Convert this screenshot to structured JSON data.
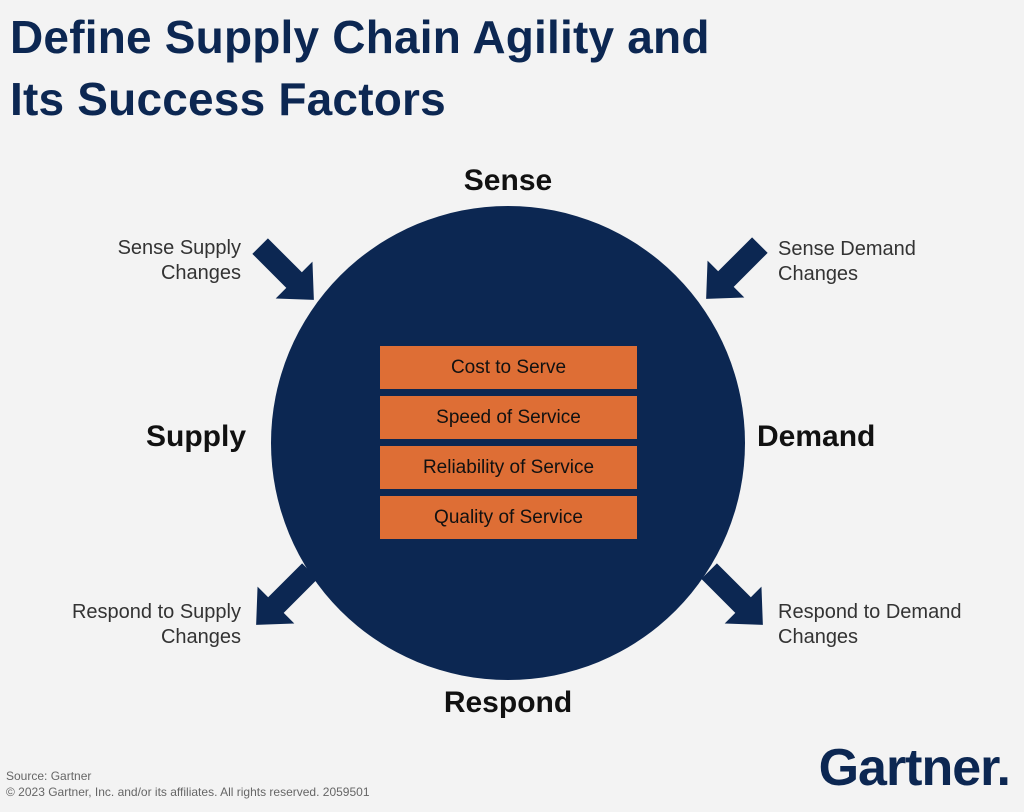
{
  "title": {
    "line1": "Define Supply Chain Agility and",
    "line2": "Its Success Factors"
  },
  "poles": {
    "top": "Sense",
    "left": "Supply",
    "right": "Demand",
    "bottom": "Respond"
  },
  "labels": {
    "sense_supply": [
      "Sense Supply",
      "Changes"
    ],
    "sense_demand": [
      "Sense Demand",
      "Changes"
    ],
    "respond_supply": [
      "Respond to Supply",
      "Changes"
    ],
    "respond_demand": [
      "Respond to Demand",
      "Changes"
    ]
  },
  "factors": [
    "Cost to Serve",
    "Speed of Service",
    "Reliability of Service",
    "Quality of Service"
  ],
  "footer": {
    "source": "Source: Gartner",
    "copyright": "© 2023 Gartner, Inc. and/or its affiliates. All rights reserved. 2059501"
  },
  "logo": "Gartner.",
  "colors": {
    "navy": "#0c2752",
    "orange": "#de6e35",
    "background": "#f3f3f3"
  }
}
